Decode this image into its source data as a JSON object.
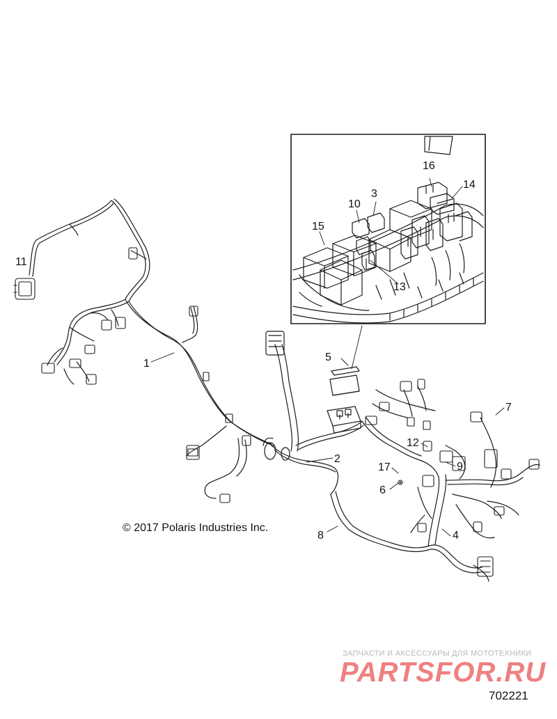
{
  "callouts": [
    {
      "id": "1",
      "label": "1"
    },
    {
      "id": "2",
      "label": "2"
    },
    {
      "id": "3",
      "label": "3"
    },
    {
      "id": "4",
      "label": "4"
    },
    {
      "id": "5",
      "label": "5"
    },
    {
      "id": "6",
      "label": "6"
    },
    {
      "id": "7",
      "label": "7"
    },
    {
      "id": "8",
      "label": "8"
    },
    {
      "id": "9",
      "label": "9"
    },
    {
      "id": "10",
      "label": "10"
    },
    {
      "id": "11",
      "label": "11"
    },
    {
      "id": "12",
      "label": "12"
    },
    {
      "id": "13",
      "label": "13"
    },
    {
      "id": "14",
      "label": "14"
    },
    {
      "id": "15",
      "label": "15"
    },
    {
      "id": "16",
      "label": "16"
    },
    {
      "id": "17",
      "label": "17"
    }
  ],
  "copyright": "© 2017 Polaris Industries Inc.",
  "watermark": {
    "tagline": "ЗАПЧАСТИ И АКСЕССУАРЫ ДЛЯ МОТОТЕХНИКИ",
    "logo": "PARTSFOR.RU"
  },
  "figure_number": "702221",
  "colors": {
    "line": "#1a1a1a",
    "watermark_logo": "#ef8080",
    "watermark_tag": "#b8b8b8"
  }
}
